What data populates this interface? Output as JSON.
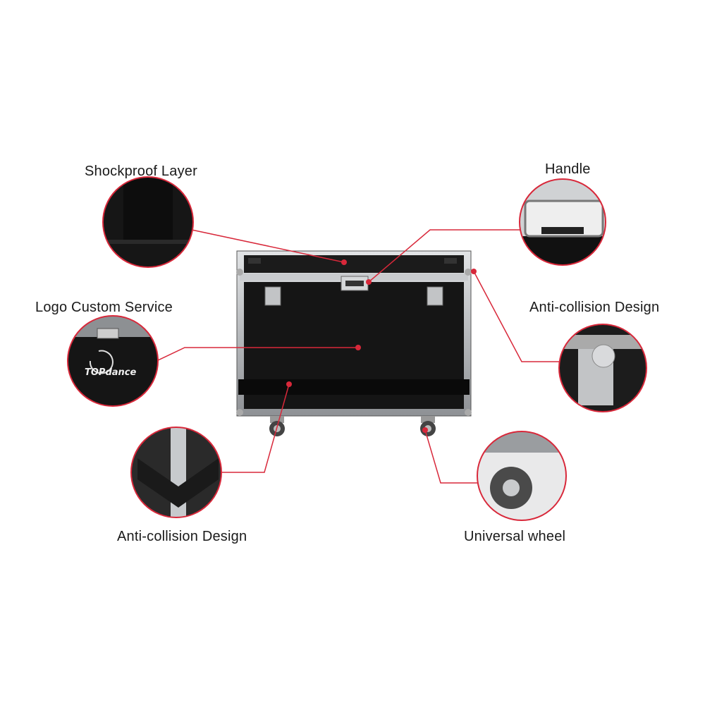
{
  "callouts": {
    "shockproof": "Shockproof Layer",
    "handle": "Handle",
    "logo": "Logo Custom Service",
    "anticollision_right": "Anti-collision Design",
    "anticollision_left": "Anti-collision Design",
    "wheel": "Universal wheel"
  },
  "logo_text": "TOPdance",
  "colors": {
    "accent": "#d8283a",
    "case": "#141414",
    "metal": "#b9bcc0"
  }
}
